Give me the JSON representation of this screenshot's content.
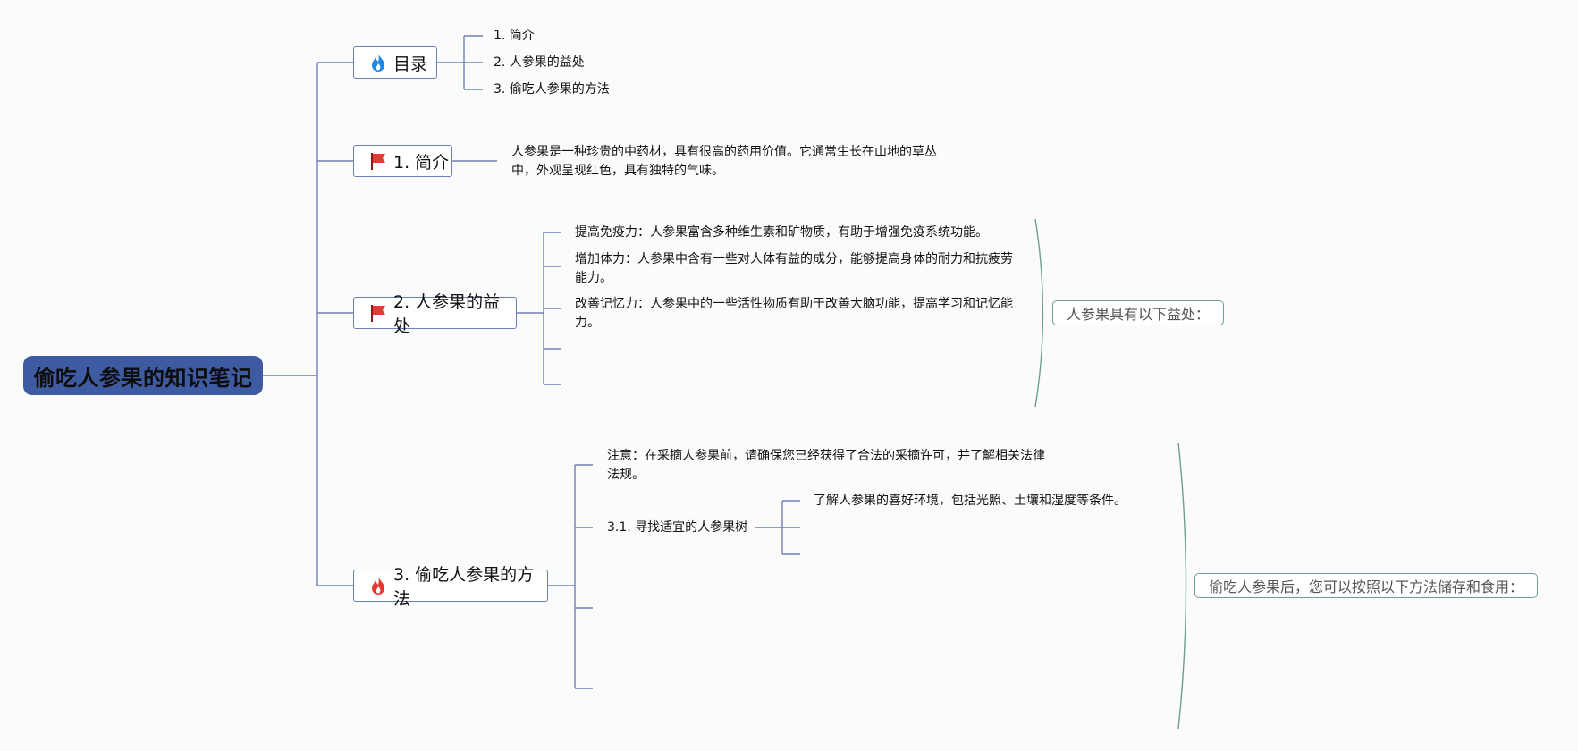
{
  "root": {
    "title": "偷吃人参果的知识笔记"
  },
  "toc": {
    "title": "目录",
    "icon": "blue-flame-icon",
    "items": [
      "1. 简介",
      "2. 人参果的益处",
      "3. 偷吃人参果的方法"
    ]
  },
  "intro": {
    "title": "1. 简介",
    "icon": "red-flag-icon",
    "text_line1": "人参果是一种珍贵的中药材，具有很高的药用价值。它通常生长在山地的草丛",
    "text_line2": "中，外观呈现红色，具有独特的气味。"
  },
  "benefits": {
    "title": "2. 人参果的益处",
    "icon": "red-flag-icon",
    "item1": "提高免疫力：人参果富含多种维生素和矿物质，有助于增强免疫系统功能。",
    "item2_line1": "增加体力：人参果中含有一些对人体有益的成分，能够提高身体的耐力和抗疲劳",
    "item2_line2": "能力。",
    "item3_line1": "改善记忆力：人参果中的一些活性物质有助于改善大脑功能，提高学习和记忆能",
    "item3_line2": "力。",
    "summary": "人参果具有以下益处："
  },
  "methods": {
    "title": "3. 偷吃人参果的方法",
    "icon": "red-flame-icon",
    "note_line1": "注意：在采摘人参果前，请确保您已经获得了合法的采摘许可，并了解相关法律",
    "note_line2": "法规。",
    "sub_title": "3.1. 寻找适宜的人参果树",
    "sub_item": "了解人参果的喜好环境，包括光照、土壤和湿度等条件。",
    "summary": "偷吃人参果后，您可以按照以下方法储存和食用："
  },
  "colors": {
    "root_fill": "#3e5aa0",
    "branch_line": "#6f7fb4",
    "summary_brace": "#6f9f91",
    "flame_blue": "#1e88e5",
    "flag_red": "#e53935"
  }
}
